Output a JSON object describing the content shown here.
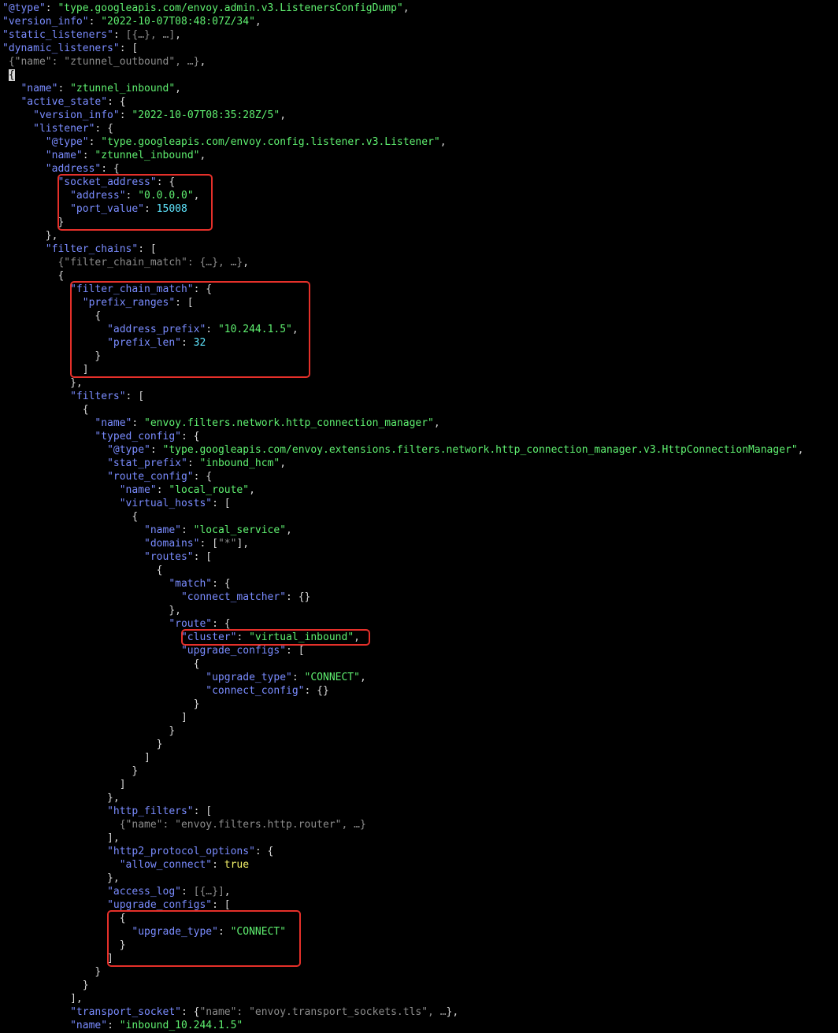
{
  "colors": {
    "background": "#000000",
    "key": "#7a8cff",
    "string": "#5ff070",
    "number": "#5fe6ff",
    "boolean": "#f5f36a",
    "punctuation": "#d7d7d7",
    "dimmed": "#8c8c8c",
    "highlight_border": "#e5302a"
  },
  "lines": [
    [
      [
        "k",
        "\"@type\""
      ],
      [
        "p",
        ": "
      ],
      [
        "s",
        "\"type.googleapis.com/envoy.admin.v3.ListenersConfigDump\""
      ],
      [
        "p",
        ","
      ]
    ],
    [
      [
        "k",
        "\"version_info\""
      ],
      [
        "p",
        ": "
      ],
      [
        "s",
        "\"2022-10-07T08:48:07Z/34\""
      ],
      [
        "p",
        ","
      ]
    ],
    [
      [
        "k",
        "\"static_listeners\""
      ],
      [
        "p",
        ": "
      ],
      [
        "d",
        "[{…}, …]"
      ],
      [
        "p",
        ","
      ]
    ],
    [
      [
        "k",
        "\"dynamic_listeners\""
      ],
      [
        "p",
        ": ["
      ]
    ],
    [
      [
        "p",
        " "
      ],
      [
        "d",
        "{\"name\": \"ztunnel_outbound\", …}"
      ],
      [
        "p",
        ","
      ]
    ],
    [
      [
        "p",
        " "
      ],
      [
        "caret",
        "{"
      ]
    ],
    [
      [
        "p",
        "   "
      ],
      [
        "k",
        "\"name\""
      ],
      [
        "p",
        ": "
      ],
      [
        "s",
        "\"ztunnel_inbound\""
      ],
      [
        "p",
        ","
      ]
    ],
    [
      [
        "p",
        "   "
      ],
      [
        "k",
        "\"active_state\""
      ],
      [
        "p",
        ": {"
      ]
    ],
    [
      [
        "p",
        "     "
      ],
      [
        "k",
        "\"version_info\""
      ],
      [
        "p",
        ": "
      ],
      [
        "s",
        "\"2022-10-07T08:35:28Z/5\""
      ],
      [
        "p",
        ","
      ]
    ],
    [
      [
        "p",
        "     "
      ],
      [
        "k",
        "\"listener\""
      ],
      [
        "p",
        ": {"
      ]
    ],
    [
      [
        "p",
        "       "
      ],
      [
        "k",
        "\"@type\""
      ],
      [
        "p",
        ": "
      ],
      [
        "s",
        "\"type.googleapis.com/envoy.config.listener.v3.Listener\""
      ],
      [
        "p",
        ","
      ]
    ],
    [
      [
        "p",
        "       "
      ],
      [
        "k",
        "\"name\""
      ],
      [
        "p",
        ": "
      ],
      [
        "s",
        "\"ztunnel_inbound\""
      ],
      [
        "p",
        ","
      ]
    ],
    [
      [
        "p",
        "       "
      ],
      [
        "k",
        "\"address\""
      ],
      [
        "p",
        ": {"
      ]
    ],
    [
      [
        "p",
        "         "
      ],
      [
        "k",
        "\"socket_address\""
      ],
      [
        "p",
        ": {"
      ]
    ],
    [
      [
        "p",
        "           "
      ],
      [
        "k",
        "\"address\""
      ],
      [
        "p",
        ": "
      ],
      [
        "s",
        "\"0.0.0.0\""
      ],
      [
        "p",
        ","
      ]
    ],
    [
      [
        "p",
        "           "
      ],
      [
        "k",
        "\"port_value\""
      ],
      [
        "p",
        ": "
      ],
      [
        "n",
        "15008"
      ]
    ],
    [
      [
        "p",
        "         }"
      ]
    ],
    [
      [
        "p",
        "       },"
      ]
    ],
    [
      [
        "p",
        "       "
      ],
      [
        "k",
        "\"filter_chains\""
      ],
      [
        "p",
        ": ["
      ]
    ],
    [
      [
        "p",
        "         "
      ],
      [
        "d",
        "{\"filter_chain_match\": {…}, …}"
      ],
      [
        "p",
        ","
      ]
    ],
    [
      [
        "p",
        "         {"
      ]
    ],
    [
      [
        "p",
        "           "
      ],
      [
        "k",
        "\"filter_chain_match\""
      ],
      [
        "p",
        ": {"
      ]
    ],
    [
      [
        "p",
        "             "
      ],
      [
        "k",
        "\"prefix_ranges\""
      ],
      [
        "p",
        ": ["
      ]
    ],
    [
      [
        "p",
        "               {"
      ]
    ],
    [
      [
        "p",
        "                 "
      ],
      [
        "k",
        "\"address_prefix\""
      ],
      [
        "p",
        ": "
      ],
      [
        "s",
        "\"10.244.1.5\""
      ],
      [
        "p",
        ","
      ]
    ],
    [
      [
        "p",
        "                 "
      ],
      [
        "k",
        "\"prefix_len\""
      ],
      [
        "p",
        ": "
      ],
      [
        "n",
        "32"
      ]
    ],
    [
      [
        "p",
        "               }"
      ]
    ],
    [
      [
        "p",
        "             ]"
      ]
    ],
    [
      [
        "p",
        "           },"
      ]
    ],
    [
      [
        "p",
        "           "
      ],
      [
        "k",
        "\"filters\""
      ],
      [
        "p",
        ": ["
      ]
    ],
    [
      [
        "p",
        "             {"
      ]
    ],
    [
      [
        "p",
        "               "
      ],
      [
        "k",
        "\"name\""
      ],
      [
        "p",
        ": "
      ],
      [
        "s",
        "\"envoy.filters.network.http_connection_manager\""
      ],
      [
        "p",
        ","
      ]
    ],
    [
      [
        "p",
        "               "
      ],
      [
        "k",
        "\"typed_config\""
      ],
      [
        "p",
        ": {"
      ]
    ],
    [
      [
        "p",
        "                 "
      ],
      [
        "k",
        "\"@type\""
      ],
      [
        "p",
        ": "
      ],
      [
        "s",
        "\"type.googleapis.com/envoy.extensions.filters.network.http_connection_manager.v3.HttpConnectionManager\""
      ],
      [
        "p",
        ","
      ]
    ],
    [
      [
        "p",
        "                 "
      ],
      [
        "k",
        "\"stat_prefix\""
      ],
      [
        "p",
        ": "
      ],
      [
        "s",
        "\"inbound_hcm\""
      ],
      [
        "p",
        ","
      ]
    ],
    [
      [
        "p",
        "                 "
      ],
      [
        "k",
        "\"route_config\""
      ],
      [
        "p",
        ": {"
      ]
    ],
    [
      [
        "p",
        "                   "
      ],
      [
        "k",
        "\"name\""
      ],
      [
        "p",
        ": "
      ],
      [
        "s",
        "\"local_route\""
      ],
      [
        "p",
        ","
      ]
    ],
    [
      [
        "p",
        "                   "
      ],
      [
        "k",
        "\"virtual_hosts\""
      ],
      [
        "p",
        ": ["
      ]
    ],
    [
      [
        "p",
        "                     {"
      ]
    ],
    [
      [
        "p",
        "                       "
      ],
      [
        "k",
        "\"name\""
      ],
      [
        "p",
        ": "
      ],
      [
        "s",
        "\"local_service\""
      ],
      [
        "p",
        ","
      ]
    ],
    [
      [
        "p",
        "                       "
      ],
      [
        "k",
        "\"domains\""
      ],
      [
        "p",
        ": ["
      ],
      [
        "d",
        "\"*\""
      ],
      [
        "p",
        "],"
      ]
    ],
    [
      [
        "p",
        "                       "
      ],
      [
        "k",
        "\"routes\""
      ],
      [
        "p",
        ": ["
      ]
    ],
    [
      [
        "p",
        "                         {"
      ]
    ],
    [
      [
        "p",
        "                           "
      ],
      [
        "k",
        "\"match\""
      ],
      [
        "p",
        ": {"
      ]
    ],
    [
      [
        "p",
        "                             "
      ],
      [
        "k",
        "\"connect_matcher\""
      ],
      [
        "p",
        ": {}"
      ]
    ],
    [
      [
        "p",
        "                           },"
      ]
    ],
    [
      [
        "p",
        "                           "
      ],
      [
        "k",
        "\"route\""
      ],
      [
        "p",
        ": {"
      ]
    ],
    [
      [
        "p",
        "                             "
      ],
      [
        "k",
        "\"cluster\""
      ],
      [
        "p",
        ": "
      ],
      [
        "s",
        "\"virtual_inbound\""
      ],
      [
        "p",
        ","
      ]
    ],
    [
      [
        "p",
        "                             "
      ],
      [
        "k",
        "\"upgrade_configs\""
      ],
      [
        "p",
        ": ["
      ]
    ],
    [
      [
        "p",
        "                               {"
      ]
    ],
    [
      [
        "p",
        "                                 "
      ],
      [
        "k",
        "\"upgrade_type\""
      ],
      [
        "p",
        ": "
      ],
      [
        "s",
        "\"CONNECT\""
      ],
      [
        "p",
        ","
      ]
    ],
    [
      [
        "p",
        "                                 "
      ],
      [
        "k",
        "\"connect_config\""
      ],
      [
        "p",
        ": {}"
      ]
    ],
    [
      [
        "p",
        "                               }"
      ]
    ],
    [
      [
        "p",
        "                             ]"
      ]
    ],
    [
      [
        "p",
        "                           }"
      ]
    ],
    [
      [
        "p",
        "                         }"
      ]
    ],
    [
      [
        "p",
        "                       ]"
      ]
    ],
    [
      [
        "p",
        "                     }"
      ]
    ],
    [
      [
        "p",
        "                   ]"
      ]
    ],
    [
      [
        "p",
        "                 },"
      ]
    ],
    [
      [
        "p",
        "                 "
      ],
      [
        "k",
        "\"http_filters\""
      ],
      [
        "p",
        ": ["
      ]
    ],
    [
      [
        "p",
        "                   "
      ],
      [
        "d",
        "{\"name\": \"envoy.filters.http.router\", …}"
      ]
    ],
    [
      [
        "p",
        "                 ],"
      ]
    ],
    [
      [
        "p",
        "                 "
      ],
      [
        "k",
        "\"http2_protocol_options\""
      ],
      [
        "p",
        ": {"
      ]
    ],
    [
      [
        "p",
        "                   "
      ],
      [
        "k",
        "\"allow_connect\""
      ],
      [
        "p",
        ": "
      ],
      [
        "b",
        "true"
      ]
    ],
    [
      [
        "p",
        "                 },"
      ]
    ],
    [
      [
        "p",
        "                 "
      ],
      [
        "k",
        "\"access_log\""
      ],
      [
        "p",
        ": "
      ],
      [
        "d",
        "[{…}]"
      ],
      [
        "p",
        ","
      ]
    ],
    [
      [
        "p",
        "                 "
      ],
      [
        "k",
        "\"upgrade_configs\""
      ],
      [
        "p",
        ": ["
      ]
    ],
    [
      [
        "p",
        "                   {"
      ]
    ],
    [
      [
        "p",
        "                     "
      ],
      [
        "k",
        "\"upgrade_type\""
      ],
      [
        "p",
        ": "
      ],
      [
        "s",
        "\"CONNECT\""
      ]
    ],
    [
      [
        "p",
        "                   }"
      ]
    ],
    [
      [
        "p",
        "                 ]"
      ]
    ],
    [
      [
        "p",
        "               }"
      ]
    ],
    [
      [
        "p",
        "             }"
      ]
    ],
    [
      [
        "p",
        "           ],"
      ]
    ],
    [
      [
        "p",
        "           "
      ],
      [
        "k",
        "\"transport_socket\""
      ],
      [
        "p",
        ": "
      ],
      [
        "p",
        "{"
      ],
      [
        "d",
        "\"name\": \"envoy.transport_sockets.tls\", …"
      ],
      [
        "p",
        "},"
      ]
    ],
    [
      [
        "p",
        "           "
      ],
      [
        "k",
        "\"name\""
      ],
      [
        "p",
        ": "
      ],
      [
        "s",
        "\"inbound_10.244.1.5\""
      ]
    ]
  ],
  "highlights": [
    {
      "name": "highlight-socket-address",
      "from_line": 13,
      "to_line": 16,
      "from_col": 9.5,
      "to_col": 33.6
    },
    {
      "name": "highlight-filter-chain-match",
      "from_line": 21,
      "to_line": 27,
      "from_col": 11.5,
      "to_col": 49.4
    },
    {
      "name": "highlight-cluster",
      "from_line": 47,
      "to_line": 47,
      "from_col": 29.5,
      "to_col": 59.2
    },
    {
      "name": "highlight-upgrade-configs",
      "from_line": 68,
      "to_line": 71,
      "from_col": 17.5,
      "to_col": 47.9
    }
  ]
}
